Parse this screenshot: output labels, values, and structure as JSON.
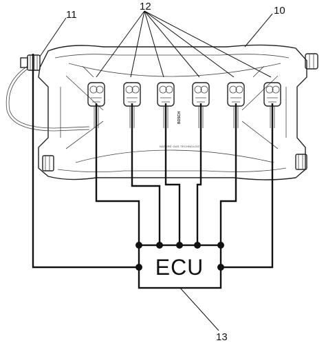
{
  "labels": {
    "rail": "10",
    "sensor": "11",
    "injectors": "12",
    "ecu_ref": "13"
  },
  "ecu": {
    "text": "ECU"
  },
  "module": {
    "brand": "BOSCH",
    "tagline": "NATURE GAS TECHNOLOGY"
  }
}
